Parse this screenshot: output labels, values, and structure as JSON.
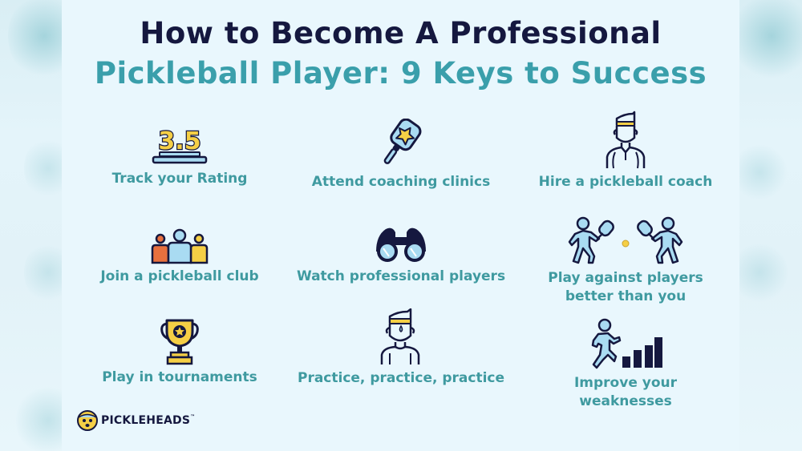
{
  "title": {
    "line1": "How to Become A Professional",
    "line2": "Pickleball Player: 9 Keys to Success"
  },
  "colors": {
    "navy": "#15183f",
    "teal": "#3a9fab",
    "label_teal": "#3f9aa0",
    "yellow": "#f5cf45",
    "light_blue": "#a9dbf2",
    "orange": "#e8703e",
    "background": "#e9f7fd"
  },
  "keys": [
    {
      "label": "Track your Rating",
      "icon": "rating-3-5-icon",
      "rating_text": "3.5"
    },
    {
      "label": "Attend coaching clinics",
      "icon": "paddle-star-icon"
    },
    {
      "label": "Hire a pickleball coach",
      "icon": "coach-icon"
    },
    {
      "label": "Join a pickleball club",
      "icon": "group-people-icon"
    },
    {
      "label": "Watch professional players",
      "icon": "binoculars-icon"
    },
    {
      "label": "Play against players better than you",
      "label_line1": "Play against players",
      "label_line2": "better than you",
      "icon": "two-players-icon"
    },
    {
      "label": "Play in tournaments",
      "icon": "trophy-icon"
    },
    {
      "label": "Practice, practice, practice",
      "icon": "sweating-player-icon"
    },
    {
      "label": "Improve your weaknesses",
      "label_line1": "Improve your",
      "label_line2": "weaknesses",
      "icon": "climbing-bars-icon"
    }
  ],
  "brand": {
    "name": "PICKLEHEADS",
    "trademark": "™"
  }
}
